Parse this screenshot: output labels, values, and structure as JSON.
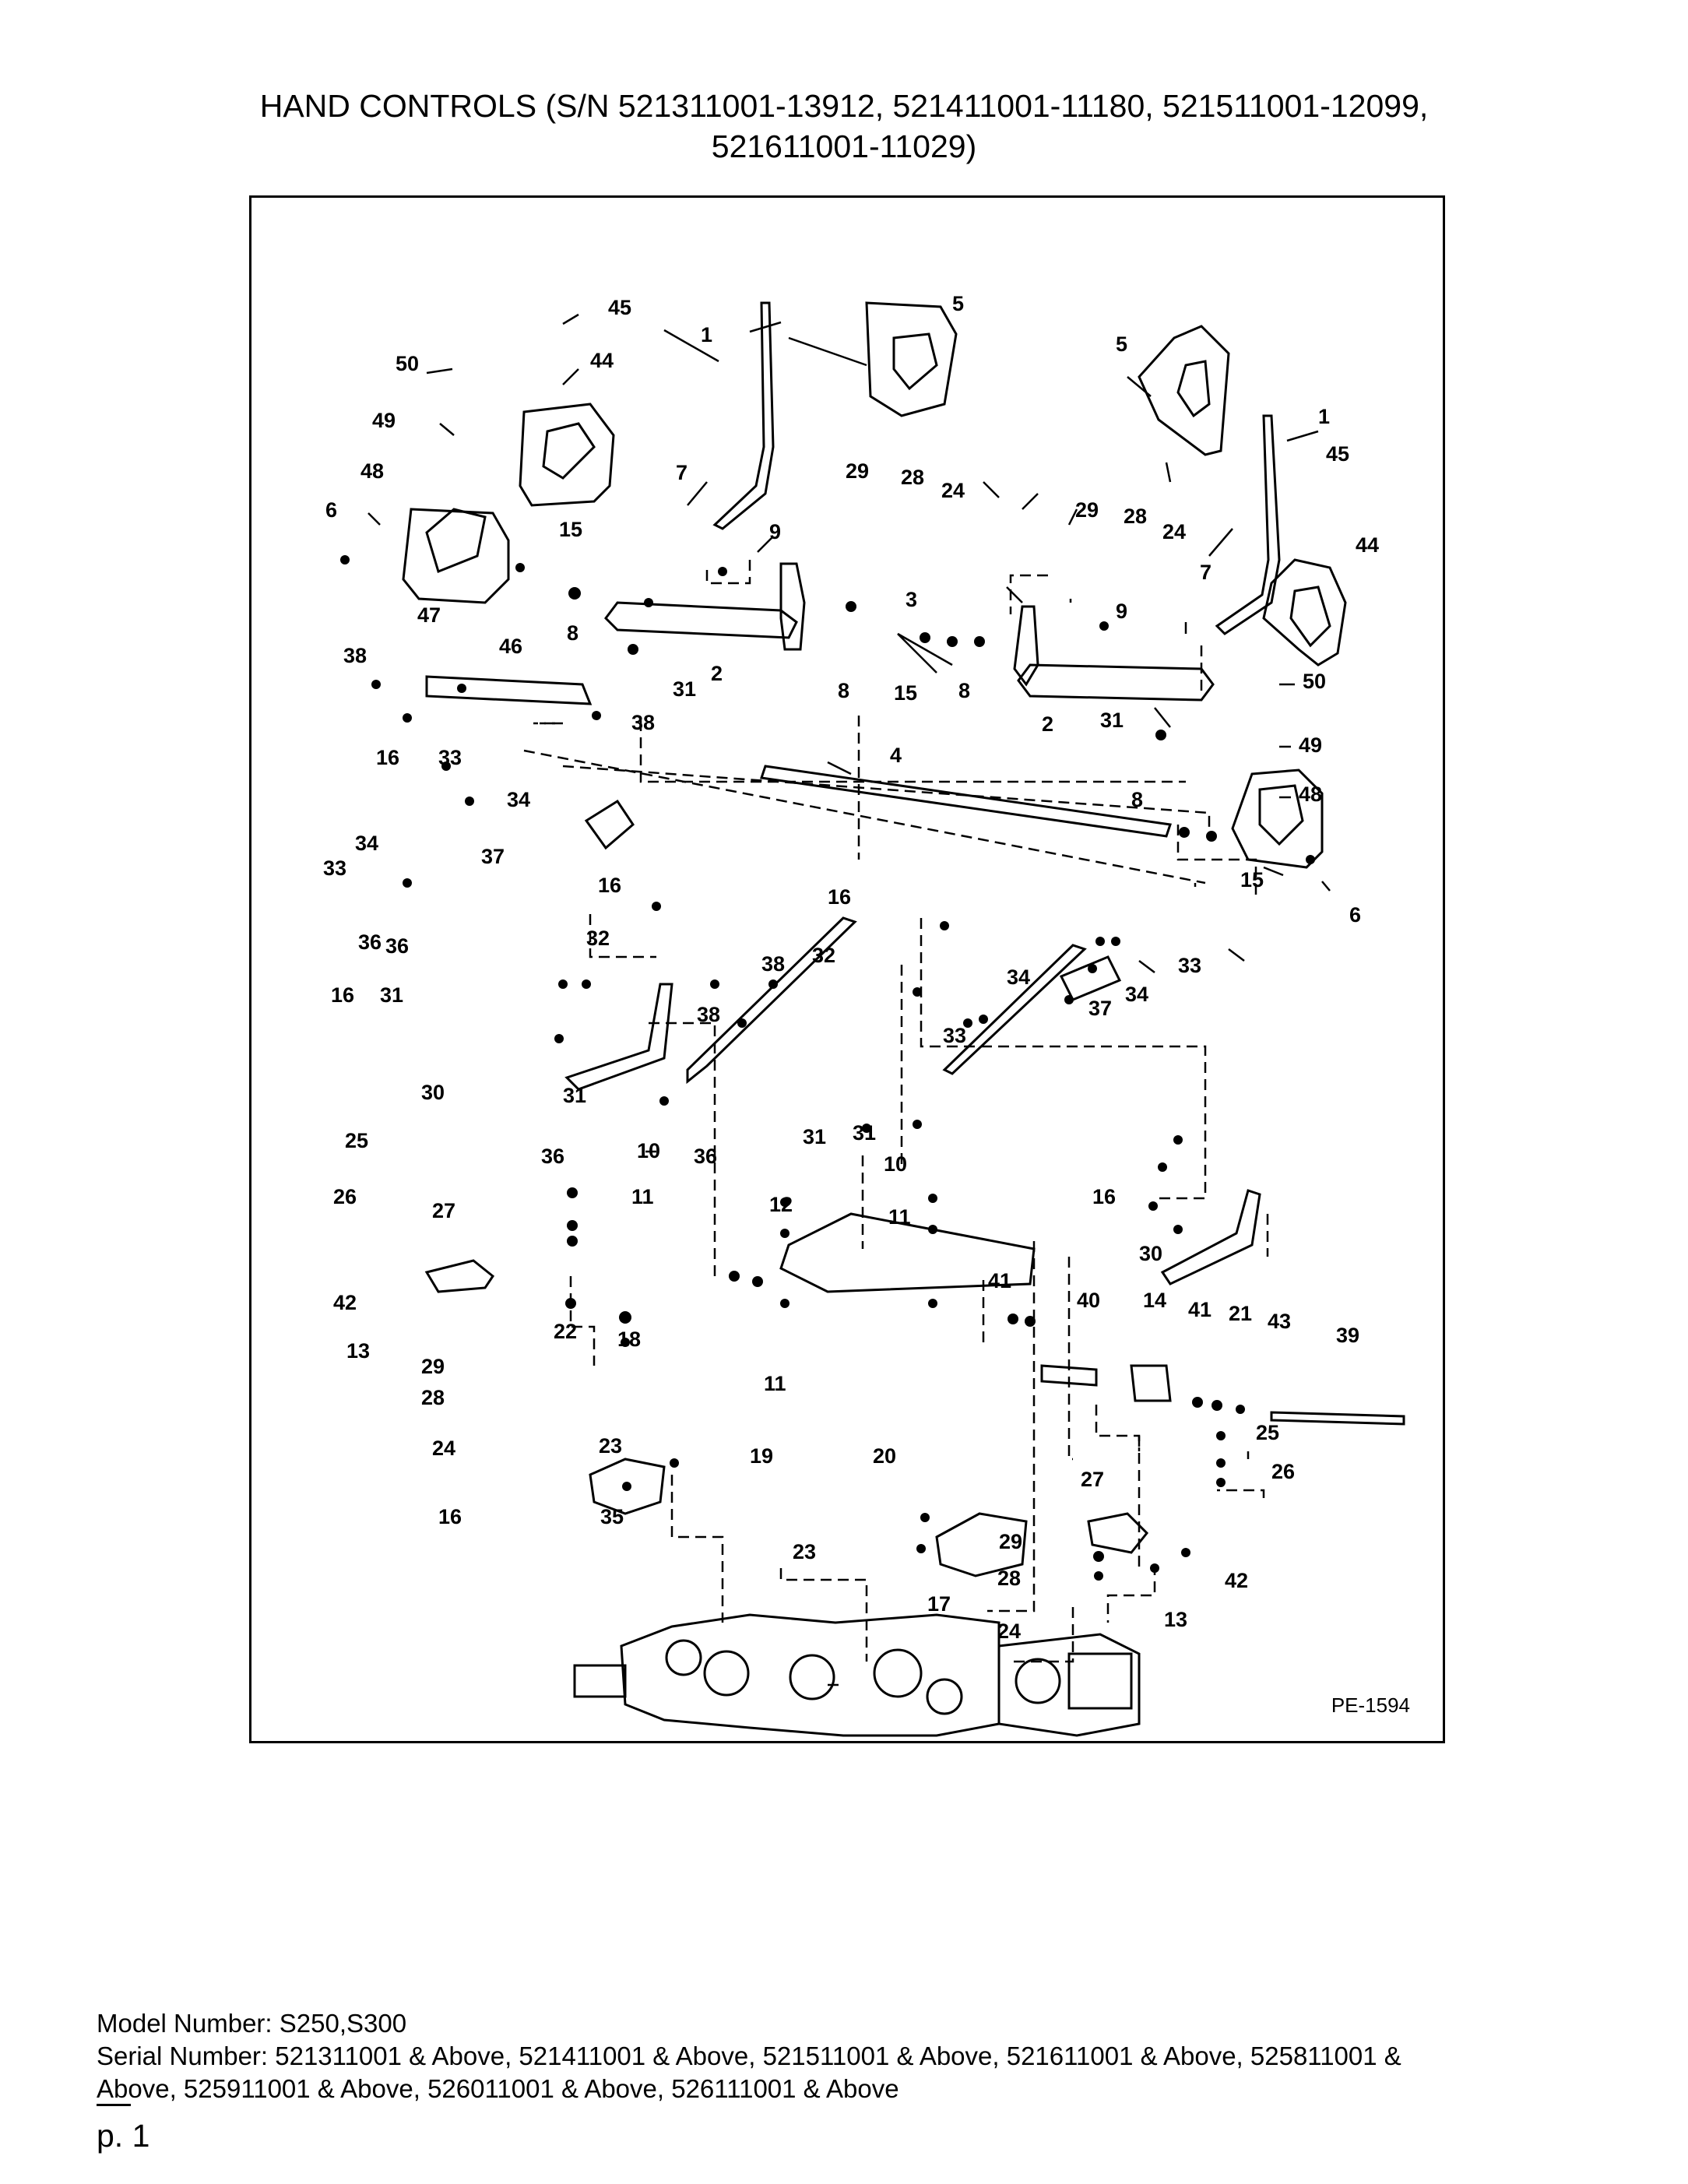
{
  "header": {
    "title_line_1": "HAND CONTROLS (S/N 521311001-13912, 521411001-11180, 521511001-12099,",
    "title_line_2": "521611001-11029)"
  },
  "diagram": {
    "figure_code": "PE-1594",
    "callouts": [
      {
        "id": "c45a",
        "text": "45"
      },
      {
        "id": "c44a",
        "text": "44"
      },
      {
        "id": "c50a",
        "text": "50"
      },
      {
        "id": "c49a",
        "text": "49"
      },
      {
        "id": "c48a",
        "text": "48"
      },
      {
        "id": "c6a",
        "text": "6"
      },
      {
        "id": "c15a",
        "text": "15"
      },
      {
        "id": "c8a",
        "text": "8"
      },
      {
        "id": "c7a",
        "text": "7"
      },
      {
        "id": "c9a",
        "text": "9"
      },
      {
        "id": "c1a",
        "text": "1"
      },
      {
        "id": "c5a",
        "text": "5"
      },
      {
        "id": "c29a",
        "text": "29"
      },
      {
        "id": "c28a",
        "text": "28"
      },
      {
        "id": "c24a",
        "text": "24"
      },
      {
        "id": "c5b",
        "text": "5"
      },
      {
        "id": "c1b",
        "text": "1"
      },
      {
        "id": "c45b",
        "text": "45"
      },
      {
        "id": "c44b",
        "text": "44"
      },
      {
        "id": "c29b",
        "text": "29"
      },
      {
        "id": "c28b",
        "text": "28"
      },
      {
        "id": "c24b",
        "text": "24"
      },
      {
        "id": "c7b",
        "text": "7"
      },
      {
        "id": "c9b",
        "text": "9"
      },
      {
        "id": "c3a",
        "text": "3"
      },
      {
        "id": "c47a",
        "text": "47"
      },
      {
        "id": "c46a",
        "text": "46"
      },
      {
        "id": "c38a",
        "text": "38"
      },
      {
        "id": "c31a",
        "text": "31"
      },
      {
        "id": "c2a",
        "text": "2"
      },
      {
        "id": "c8b",
        "text": "8"
      },
      {
        "id": "c15b",
        "text": "15"
      },
      {
        "id": "c8c",
        "text": "8"
      },
      {
        "id": "c2b",
        "text": "2"
      },
      {
        "id": "c31b",
        "text": "31"
      },
      {
        "id": "c50b",
        "text": "50"
      },
      {
        "id": "c38b",
        "text": "38"
      },
      {
        "id": "c16a",
        "text": "16"
      },
      {
        "id": "c33a",
        "text": "33"
      },
      {
        "id": "c34a",
        "text": "34"
      },
      {
        "id": "c4a",
        "text": "4"
      },
      {
        "id": "c49b",
        "text": "49"
      },
      {
        "id": "c48b",
        "text": "48"
      },
      {
        "id": "c8d",
        "text": "8"
      },
      {
        "id": "c34b",
        "text": "34"
      },
      {
        "id": "c37a",
        "text": "37"
      },
      {
        "id": "c33b",
        "text": "33"
      },
      {
        "id": "c15c",
        "text": "15"
      },
      {
        "id": "c6b",
        "text": "6"
      },
      {
        "id": "c16b",
        "text": "16"
      },
      {
        "id": "c16c",
        "text": "16"
      },
      {
        "id": "c32a",
        "text": "32"
      },
      {
        "id": "c32b",
        "text": "32"
      },
      {
        "id": "c36a",
        "text": "36"
      },
      {
        "id": "c38c",
        "text": "38"
      },
      {
        "id": "c34c",
        "text": "34"
      },
      {
        "id": "c33c",
        "text": "33"
      },
      {
        "id": "c16d",
        "text": "16"
      },
      {
        "id": "c31c",
        "text": "31"
      },
      {
        "id": "c38d",
        "text": "38"
      },
      {
        "id": "c37b",
        "text": "37"
      },
      {
        "id": "c33d",
        "text": "33"
      },
      {
        "id": "c34d",
        "text": "34"
      },
      {
        "id": "c30a",
        "text": "30"
      },
      {
        "id": "c31d",
        "text": "31"
      },
      {
        "id": "c36b",
        "text": "36"
      },
      {
        "id": "c36c",
        "text": "36"
      },
      {
        "id": "c31e",
        "text": "31"
      },
      {
        "id": "c36d",
        "text": "36"
      },
      {
        "id": "c31f",
        "text": "31"
      },
      {
        "id": "c25a",
        "text": "25"
      },
      {
        "id": "c10a",
        "text": "10"
      },
      {
        "id": "c10b",
        "text": "10"
      },
      {
        "id": "c26a",
        "text": "26"
      },
      {
        "id": "c27a",
        "text": "27"
      },
      {
        "id": "c11a",
        "text": "11"
      },
      {
        "id": "c12a",
        "text": "12"
      },
      {
        "id": "c11b",
        "text": "11"
      },
      {
        "id": "c16e",
        "text": "16"
      },
      {
        "id": "c30b",
        "text": "30"
      },
      {
        "id": "c42a",
        "text": "42"
      },
      {
        "id": "c13a",
        "text": "13"
      },
      {
        "id": "c22a",
        "text": "22"
      },
      {
        "id": "c18a",
        "text": "18"
      },
      {
        "id": "c41a",
        "text": "41"
      },
      {
        "id": "c40a",
        "text": "40"
      },
      {
        "id": "c14a",
        "text": "14"
      },
      {
        "id": "c41b",
        "text": "41"
      },
      {
        "id": "c21a",
        "text": "21"
      },
      {
        "id": "c43a",
        "text": "43"
      },
      {
        "id": "c39a",
        "text": "39"
      },
      {
        "id": "c29c",
        "text": "29"
      },
      {
        "id": "c28c",
        "text": "28"
      },
      {
        "id": "c11c",
        "text": "11"
      },
      {
        "id": "c24c",
        "text": "24"
      },
      {
        "id": "c19a",
        "text": "19"
      },
      {
        "id": "c25b",
        "text": "25"
      },
      {
        "id": "c26b",
        "text": "26"
      },
      {
        "id": "c23a",
        "text": "23"
      },
      {
        "id": "c20a",
        "text": "20"
      },
      {
        "id": "c16f",
        "text": "16"
      },
      {
        "id": "c35a",
        "text": "35"
      },
      {
        "id": "c27b",
        "text": "27"
      },
      {
        "id": "c23b",
        "text": "23"
      },
      {
        "id": "c29d",
        "text": "29"
      },
      {
        "id": "c42b",
        "text": "42"
      },
      {
        "id": "c28d",
        "text": "28"
      },
      {
        "id": "c17a",
        "text": "17"
      },
      {
        "id": "c13b",
        "text": "13"
      },
      {
        "id": "c24d",
        "text": "24"
      }
    ]
  },
  "footer": {
    "model_line": "Model Number: S250,S300",
    "serial_line_1": "Serial Number: 521311001 & Above, 521411001 & Above, 521511001 & Above, 521611001 & Above, 525811001 &",
    "serial_line_2": "Above, 525911001 & Above, 526011001 & Above, 526111001 & Above",
    "page_number": "p. 1"
  }
}
